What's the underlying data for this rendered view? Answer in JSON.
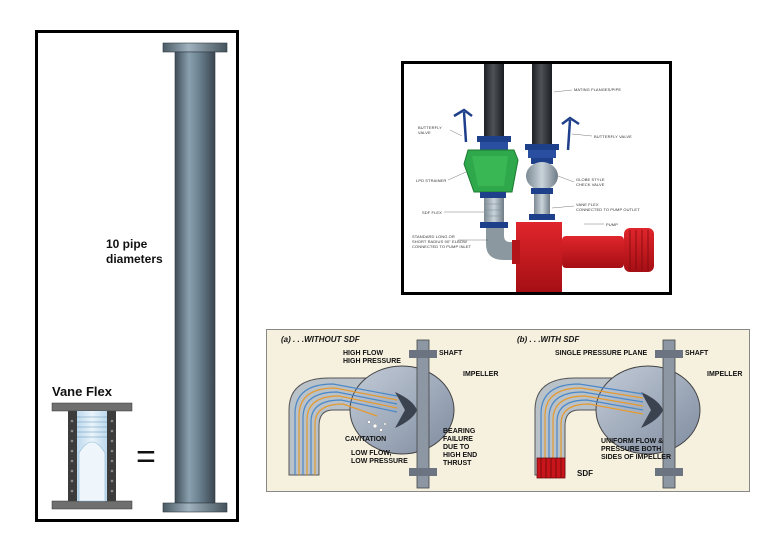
{
  "left_panel": {
    "ten_pipe_label": [
      "10 pipe",
      "diameters"
    ],
    "vane_flex_label": "Vane Flex",
    "equals_sign": "="
  },
  "install_diagram": {
    "labels": {
      "mating": "MATING FLANGES/PIPE",
      "bfv_left": [
        "BUTTERFLY",
        "VALVE"
      ],
      "bfv_right": "BUTTERFLY VALVE",
      "globe": [
        "GLOBE STYLE",
        "CHECK VALVE"
      ],
      "strainer": "LPD STRAINER",
      "vaneflex": [
        "VANE FLEX",
        "CONNECTED TO PUMP OUTLET"
      ],
      "sdf": "SDF FLEX",
      "pump": "PUMP",
      "elbow": [
        "STANDARD LONG OR",
        "SHORT RADIUS 90° ELBOW",
        "CONNECTED TO PUMP INLET"
      ]
    }
  },
  "comparison": {
    "title_a": "(a) . . .WITHOUT SDF",
    "title_b": "(b) . . .WITH SDF",
    "a": {
      "high_flow": [
        "HIGH FLOW",
        "HIGH PRESSURE"
      ],
      "shaft": "SHAFT",
      "impeller": "IMPELLER",
      "cavitation": "CAVITATION",
      "low_flow": [
        "LOW FLOW,",
        "LOW PRESSURE"
      ],
      "bearing": [
        "BEARING",
        "FAILURE",
        "DUE TO",
        "HIGH END",
        "THRUST"
      ]
    },
    "b": {
      "single_plane": "SINGLE PRESSURE PLANE",
      "shaft": "SHAFT",
      "impeller": "IMPELLER",
      "uniform": [
        "UNIFORM FLOW &",
        "PRESSURE BOTH",
        "SIDES OF IMPELLER"
      ],
      "sdf": "SDF"
    }
  },
  "colors": {
    "pipe": "#5e7280",
    "strainer": "#2ea84a",
    "pump": "#c8151b",
    "valve": "#1e3f8a",
    "dark_pipe": "#2a2d30",
    "flow_blue": "#4a88c8",
    "flow_orange": "#e59a2e",
    "casing": "#9aa7b8"
  }
}
